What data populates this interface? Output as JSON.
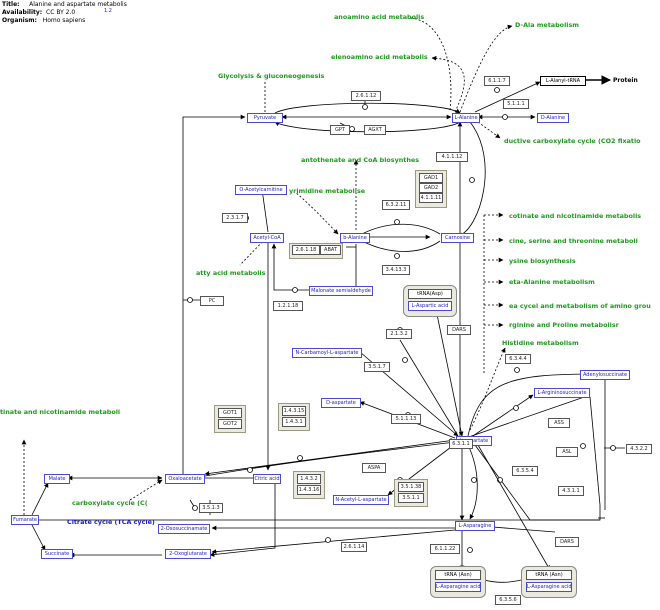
{
  "header": {
    "title_label": "Title:",
    "title": "Alanine and aspartate metabolis",
    "availability_label": "Availability:",
    "availability": "CC BY 2.0",
    "organism_label": "Organism:",
    "organism": "Homo sapiens",
    "version": "1.2"
  },
  "metabolites": {
    "pyruvate": "Pyruvate",
    "l_alanine": "L-Alanine",
    "d_alanine": "D-Alanine",
    "l_alanyl_trna": "L-Alanyl-tRNA",
    "o_acetylcarnitine": "O-Acetylcarnitine",
    "acetyl_coa": "Acetyl-CoA",
    "b_alanine": "b-Alanine",
    "carnosine": "Carnosine",
    "malonate_semialdehyde": "Malonate semialdehyde",
    "n_carbamoyl": "N-Carbamoyl-L-aspartate",
    "adenylosuccinate": "Adenylosuccinate",
    "l_argininosuccinate": "L-Argininosuccinate",
    "d_aspartate": "D-aspartate",
    "l_aspartate": "L-aspartate",
    "oxaloacetate": "Oxaloacetate",
    "citric_acid": "Citric acid",
    "malate": "Malate",
    "fumarate": "Fumarate",
    "succinate": "Succinate",
    "n_acetyl": "N-Acetyl-L-aspartate",
    "two_oxosuccinamate": "2-Oxosuccinamate",
    "two_oxoglutarate": "2-Oxoglutarate",
    "l_asparagine": "L-Asparagine",
    "trna_asp": "tRNA(Asp)",
    "l_aspartic_acid": "L-Aspartic acid",
    "trna_asn1": "tRNA (Asn)",
    "l_asparagine_acid1": "L-Asparagine acid",
    "trna_asn2": "tRNA (Asn)",
    "l_asparagine_acid2": "L-Asparagine acid"
  },
  "enzymes": {
    "e2_6_1_12": "2.6.1.12",
    "gpt": "GPT",
    "agxt": "AGXT",
    "e6_1_1_7": "6.1.1.7",
    "e5_1_1_1": "5.1.1.1",
    "e4_1_1_12": "4.1.1.12",
    "gad1": "GAD1",
    "gad2": "GAD2",
    "e4_1_1_11": "4.1.1.11",
    "e6_3_2_11": "6.3.2.11",
    "e2_3_1_7": "2.3.1.7",
    "e2_6_1_18": "2.6.1.18",
    "abat": "ABAT",
    "e3_4_13_3": "3.4.13.3",
    "e1_2_1_18": "1.2.1.18",
    "pc": "PC",
    "dars1": "DARS",
    "e2_1_3_2": "2.1.3.2",
    "e6_3_4_4": "6.3.4.4",
    "e3_5_1_7": "3.5.1.7",
    "e5_1_1_13": "5.1.1.13",
    "got1": "GOT1",
    "got2": "GOT2",
    "e1_4_3_15": "1.4.3.15",
    "e1_4_3_1": "1.4.3.1",
    "aspa": "ASPA",
    "e1_4_3_2": "1.4.3.2",
    "e1_4_3_16": "1.4.3.16",
    "e3_5_1_38": "3.5.1.38",
    "e3_5_1_1": "3.5.1.1",
    "e6_3_1_1": "6.3.1.1",
    "e6_3_5_4": "6.3.5.4",
    "ass": "ASS",
    "asl": "ASL",
    "e4_3_2_2": "4.3.2.2",
    "e4_3_1_1": "4.3.1.1",
    "e3_5_1_3": "3.5.1.3",
    "e2_6_1_14": "2.6.1.14",
    "e6_1_1_22": "6.1.1.22",
    "dars2": "DARS",
    "e6_3_5_6": "6.3.5.6"
  },
  "pathways": {
    "cyanoamino": "anoamino acid metabolis",
    "d_ala": "D-Ala metabolism",
    "selenoamino": "elenoamino acid metabolis",
    "glycolysis": "Glycolysis & gluconeogenesis",
    "reductive_cf": "ductive carboxylate cycle (CO2 fixatio",
    "pantothenate": "antothenate and CoA biosynthes",
    "pyrimidine": "yrimidine metabolise",
    "fatty_acid": "atty acid metabolis",
    "nicotinate_r": "cotinate and nicotinamide metabolis",
    "glycine": "cine, serine and threonine metaboli",
    "lysine": "ysine biosynthesis",
    "beta_alanine": "eta-Alanine metabolism",
    "urea": "ea cycel and metabolism of amino grou",
    "arginine": "rginine and Proline metabolisr",
    "histidine": "Histidine metabolism",
    "nicotinate_l": "tinate and nicotinamide metaboli",
    "reductive_c2": "carboxylate cycle (C("
  },
  "labels": {
    "protein": "Protein",
    "tca": "Citrate cycle (TCA cycle)"
  }
}
